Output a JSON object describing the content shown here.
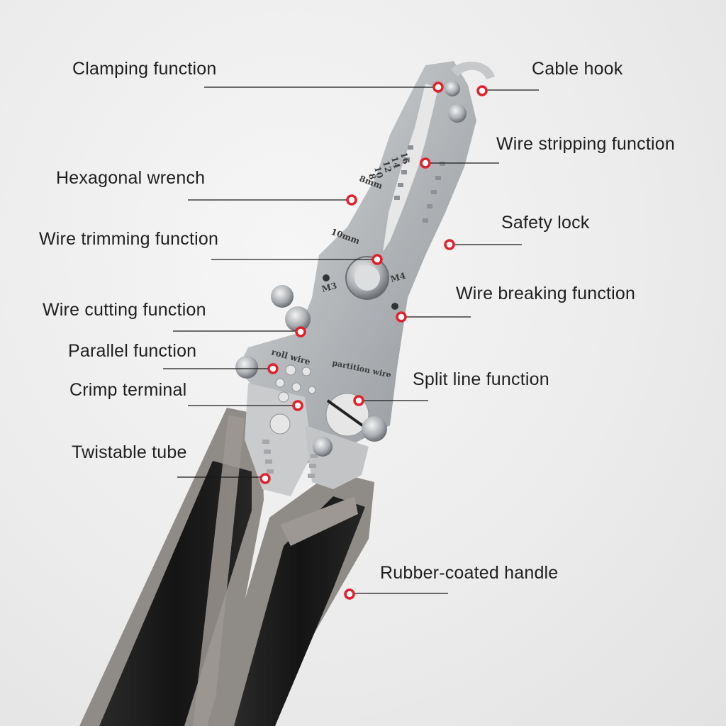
{
  "colors": {
    "marker": "#e0202a",
    "leader_line": "#1a1a1a",
    "handle_black": "#1c1c1c",
    "handle_grey": "#8f8b87",
    "steel": "#b9bcbf"
  },
  "tool_markings": {
    "gauge_16": "16",
    "gauge_14": "14",
    "gauge_12": "12",
    "gauge_10": "10",
    "gauge_8": "8",
    "size_8mm": "8mm",
    "size_10mm": "10mm",
    "m3": "M3",
    "m4": "M4",
    "roll_wire": "roll wire",
    "partition_wire": "partition wire"
  },
  "callouts": {
    "clamping": "Clamping function",
    "cable_hook": "Cable hook",
    "wire_stripping": "Wire stripping function",
    "hex_wrench": "Hexagonal wrench",
    "safety_lock": "Safety lock",
    "wire_trimming": "Wire trimming function",
    "wire_breaking": "Wire breaking function",
    "wire_cutting": "Wire cutting function",
    "parallel": "Parallel function",
    "split_line": "Split line function",
    "crimp_terminal": "Crimp terminal",
    "twistable_tube": "Twistable tube",
    "rubber_handle": "Rubber-coated handle"
  }
}
